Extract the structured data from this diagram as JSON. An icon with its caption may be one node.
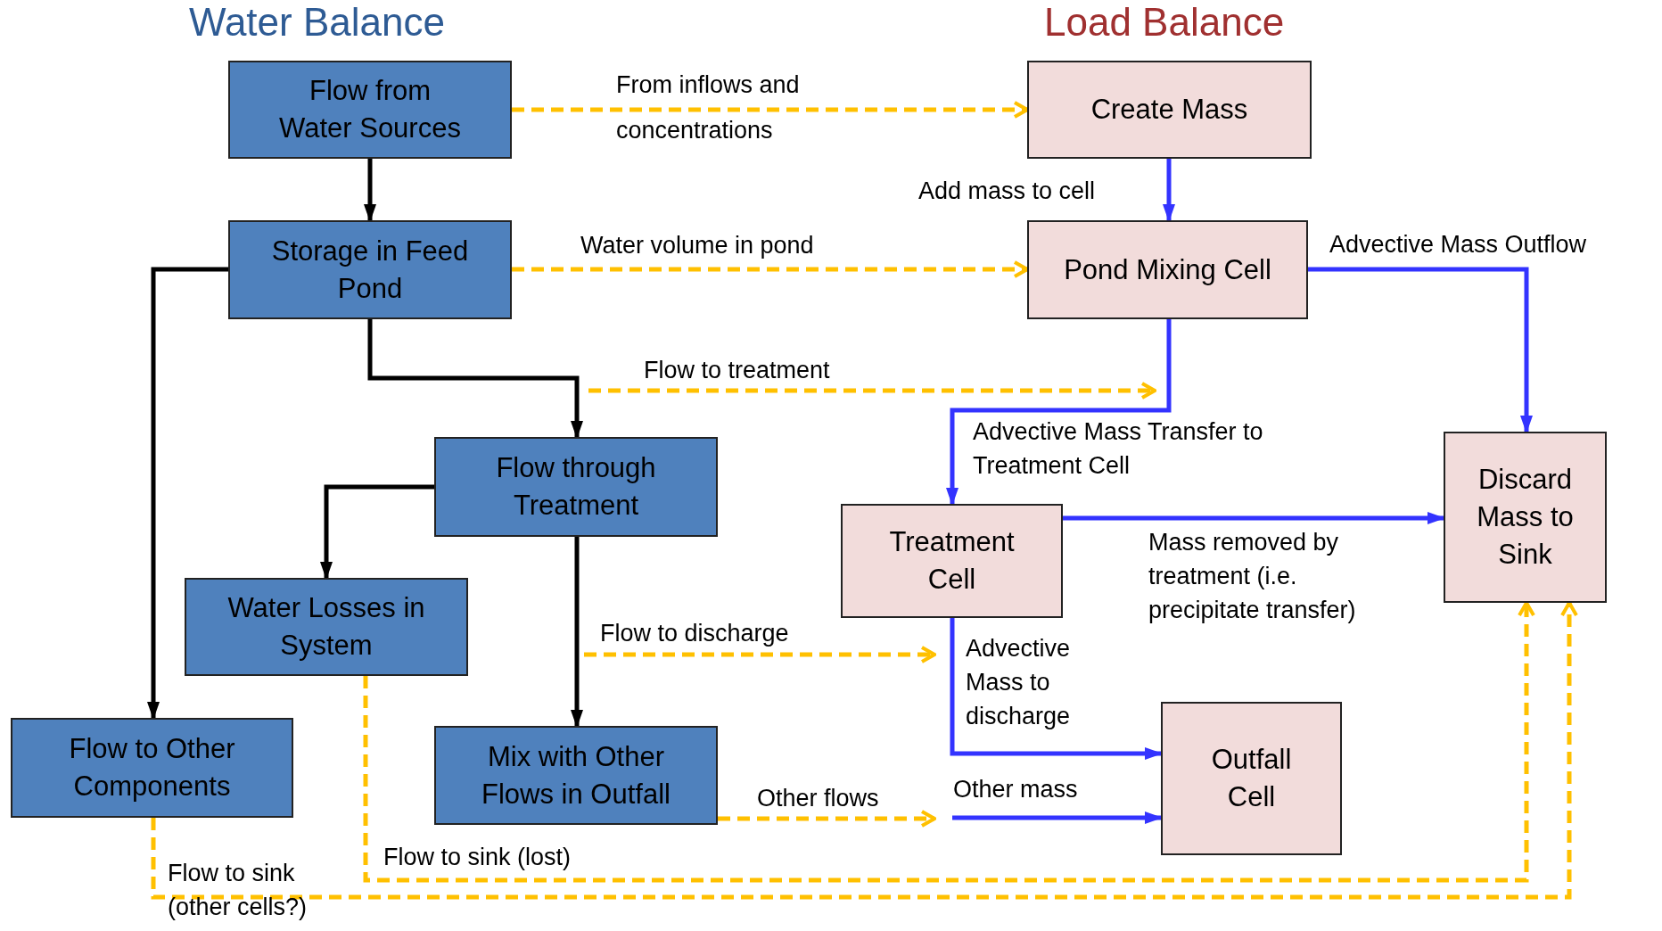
{
  "diagram": {
    "nodes": [
      {
        "text": [
          "Flow from Water Sources"
        ]
      },
      {
        "text": [
          "Storage in Feed Pond"
        ]
      },
      {
        "text": [
          "Flow through Treatment"
        ]
      },
      {
        "text": [
          "Water Losses in System"
        ]
      },
      {
        "text": [
          "Flow to Other Components"
        ]
      },
      {
        "text": [
          "Mix with Other Flows in Outfall"
        ]
      },
      {
        "text": [
          "Create Mass"
        ]
      },
      {
        "text": [
          "Pond Mixing Cell"
        ]
      },
      {
        "text": [
          "Treatment Cell"
        ]
      },
      {
        "text": [
          "Discard Mass to Sink"
        ]
      },
      {
        "text": [
          "Outfall Cell"
        ]
      }
    ],
    "edges": [
      {
        "from": 0,
        "to": 1,
        "arrow": "to",
        "color": "#000000"
      },
      {
        "from": 1,
        "to": 2,
        "arrow": "to",
        "color": "#000000"
      },
      {
        "from": 1,
        "to": 4,
        "arrow": "to",
        "color": "#000000"
      },
      {
        "from": 2,
        "to": 3,
        "arrow": "to",
        "color": "#000000"
      },
      {
        "from": 2,
        "to": 5,
        "arrow": "to",
        "color": "#000000"
      },
      {
        "from": 0,
        "to": 6,
        "arrow": "to",
        "label": "From inflows and concentrations",
        "style": "dashed",
        "color": "#ffc000"
      },
      {
        "from": 1,
        "to": 7,
        "arrow": "to",
        "label": "Water volume in pond",
        "style": "dashed",
        "color": "#ffc000"
      },
      {
        "from": 5,
        "to": null,
        "arrow": "to",
        "label": "Other flows",
        "style": "dashed",
        "color": "#ffc000"
      },
      {
        "from": 3,
        "to": 9,
        "arrow": "to",
        "label": "Flow to sink (lost)",
        "style": "dashed",
        "color": "#ffc000"
      },
      {
        "from": 4,
        "to": 9,
        "arrow": "to",
        "label": "Flow to sink (other cells?)",
        "style": "dashed",
        "color": "#ffc000"
      },
      {
        "from": 6,
        "to": 7,
        "arrow": "to",
        "label": "Add mass to cell",
        "color": "#3333ff"
      },
      {
        "from": 7,
        "to": 9,
        "arrow": "to",
        "label": "Advective Mass Outflow",
        "color": "#3333ff"
      },
      {
        "from": 7,
        "to": 8,
        "arrow": "to",
        "label": "Advective Mass Transfer to Treatment Cell",
        "color": "#3333ff"
      },
      {
        "from": 8,
        "to": 9,
        "arrow": "to",
        "label": "Mass removed by treatment (i.e. precipitate transfer)",
        "color": "#3333ff"
      },
      {
        "from": 8,
        "to": 10,
        "arrow": "to",
        "label": "Advective Mass to discharge",
        "color": "#3333ff"
      },
      {
        "from": null,
        "to": 10,
        "arrow": "to",
        "label": "Other mass",
        "color": "#3333ff"
      }
    ],
    "labels": [
      "Water Balance",
      "Load Balance",
      "Flow to treatment",
      "Flow to discharge"
    ]
  }
}
